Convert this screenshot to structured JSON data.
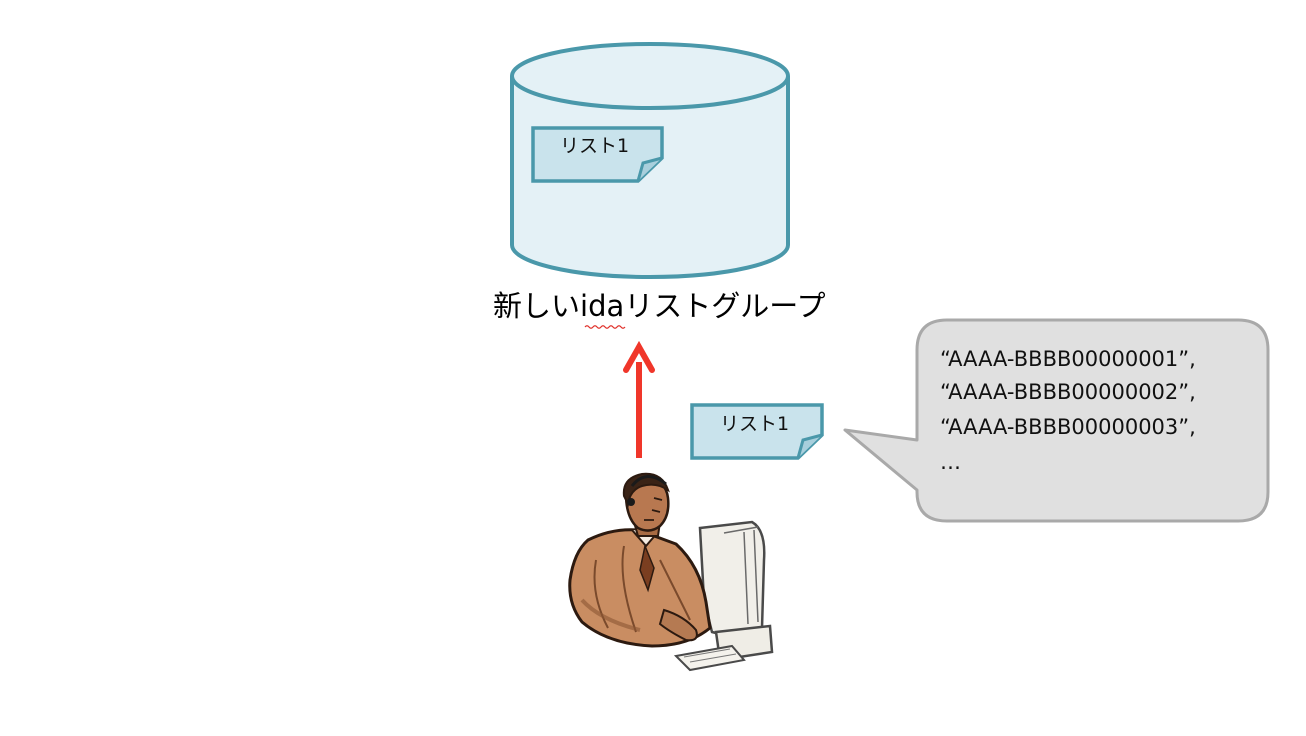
{
  "database": {
    "label_prefix": "新しい",
    "label_highlight": "ida",
    "label_suffix": "リストグループ",
    "note_label": "リスト1"
  },
  "upload_note": {
    "label": "リスト1"
  },
  "speech_bubble": {
    "lines": [
      "“AAAA-BBBB00000001”,",
      "“AAAA-BBBB00000002”,",
      "“AAAA-BBBB00000003”,",
      "…"
    ]
  },
  "colors": {
    "cylinder_fill": "#e4f1f6",
    "cylinder_stroke": "#4a98aa",
    "note_fill": "#c9e3ec",
    "note_stroke": "#4a98aa",
    "arrow": "#f0362a",
    "bubble_fill": "#e0e0e0",
    "bubble_stroke": "#a9a9a9",
    "spell_underline": "#e0302a"
  },
  "icons": {
    "user": "person-at-computer-icon",
    "arrow": "upload-arrow-icon"
  }
}
